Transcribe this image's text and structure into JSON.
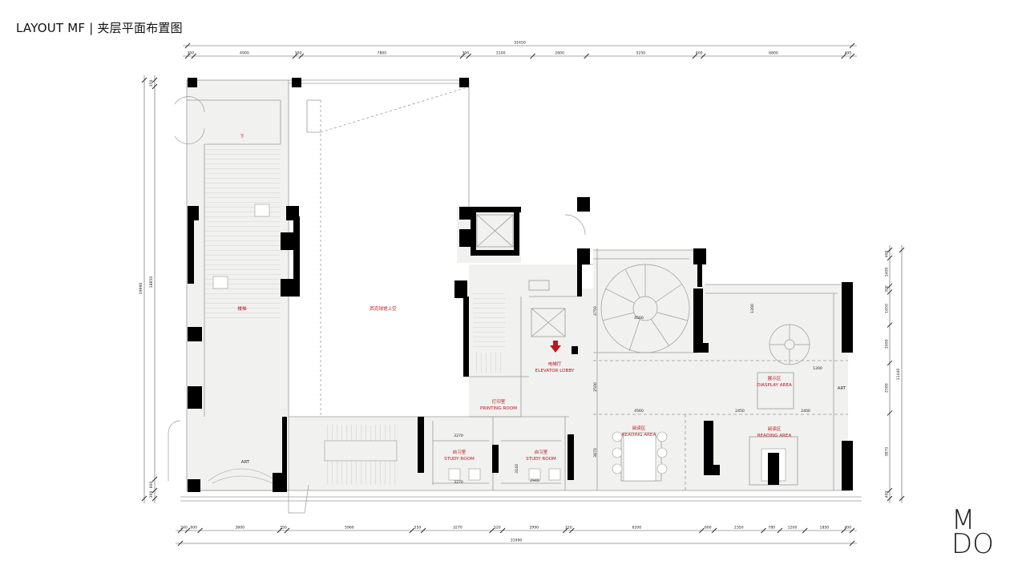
{
  "title": "LAYOUT MF | 夹层平面布置图",
  "logo": {
    "line1": "M",
    "line2": "DO"
  },
  "colors": {
    "wall": "#000000",
    "label": "#c0141b",
    "floor": "#f1f1f0",
    "line": "#9a9a9a"
  },
  "rooms": {
    "down": "下",
    "stairs": "楼梯",
    "void": "西克球馆上空",
    "elevator_cn": "电梯厅",
    "elevator_en": "ELEVATOR LOBBY",
    "printing_cn": "打印室",
    "printing_en": "PRINTING ROOM",
    "study1_cn": "自习室",
    "study1_en": "STUDY ROOM",
    "study2_cn": "自习室",
    "study2_en": "STUDY ROOM",
    "reading1_cn": "阅读区",
    "reading1_en": "READING AREA",
    "display_cn": "展示区",
    "display_en": "DIASPLAY AREA",
    "reading2_cn": "阅读区",
    "reading2_en": "READING AREA",
    "art1": "ART",
    "art2": "ART"
  },
  "dims": {
    "top_total": "31650",
    "top": [
      "300",
      "4900",
      "300",
      "7800",
      "300",
      "3100",
      "2600",
      "5250",
      "400",
      "6800",
      "400"
    ],
    "bottom_total": "31990",
    "bottom": [
      "340",
      "600",
      "3800",
      "350",
      "5960",
      "550",
      "3270",
      "520",
      "2990",
      "310",
      "6200",
      "600",
      "2350",
      "780",
      "1200",
      "1850",
      "400"
    ],
    "left_total": "19990",
    "left_inner": "18850",
    "left_top": "350",
    "left_bottom": [
      "600",
      "300"
    ],
    "right_total": "11440",
    "right": [
      "400",
      "1400",
      "300",
      "1650",
      "1900",
      "2500",
      "3870",
      "400"
    ],
    "inner": {
      "d4750": "4750",
      "d4560a": "4560",
      "d1200a": "1200",
      "d2500": "2500",
      "d4560b": "4560",
      "d1200b": "1200",
      "d2450": "2450",
      "d2400": "2400",
      "d3270a": "3270",
      "d3270b": "3270",
      "d3140": "3140",
      "d2940": "2940",
      "d3870": "3870"
    }
  }
}
